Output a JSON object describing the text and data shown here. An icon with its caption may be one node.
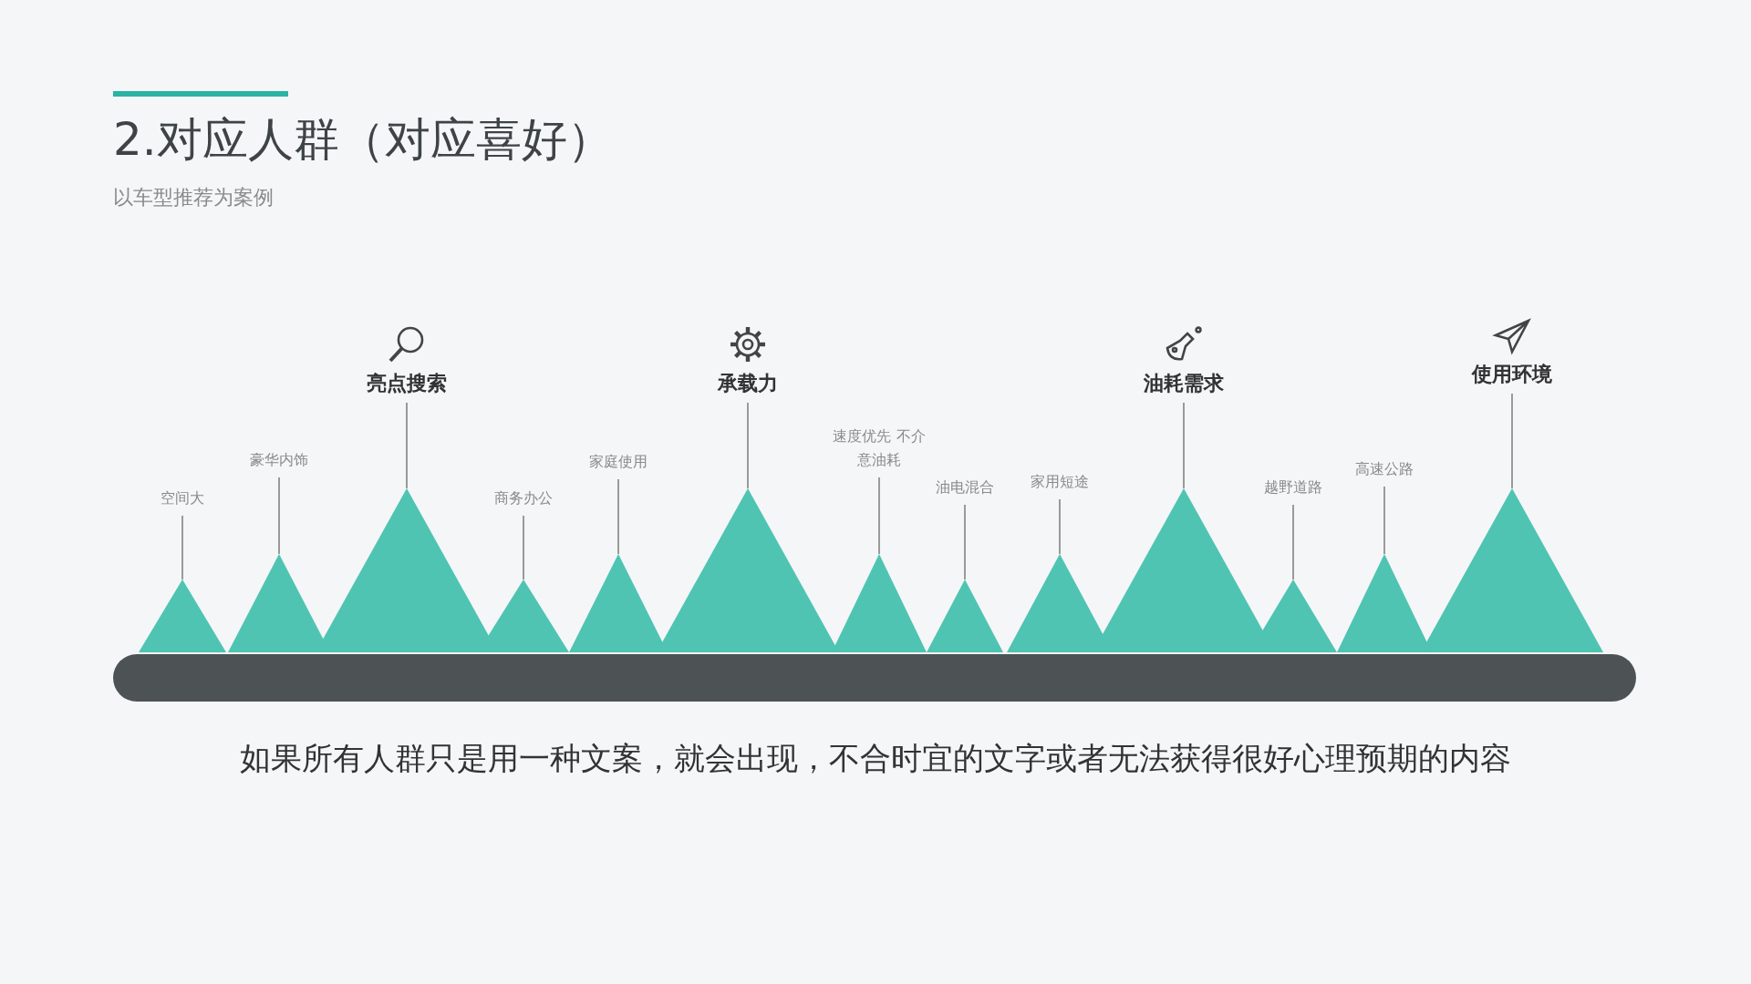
{
  "diagram": {
    "title": "2.对应人群（对应喜好）",
    "caption": "如果所有人群只是用一种文案，就会出现，不合时宜的文字或者无法获得很好心理预期的内容",
    "nodes": [
      {
        "text": [
          "空间大"
        ]
      },
      {
        "text": [],
        "shape": "triangle"
      },
      {
        "text": [
          "豪华内饰"
        ]
      },
      {
        "text": [],
        "shape": "triangle"
      },
      {
        "text": [
          "亮点搜索"
        ]
      },
      {
        "text": [],
        "shape": "triangle"
      },
      {
        "text": [
          "商务办公"
        ]
      },
      {
        "text": [],
        "shape": "triangle"
      },
      {
        "text": [
          "家庭使用"
        ]
      },
      {
        "text": [],
        "shape": "triangle"
      },
      {
        "text": [
          "承载力"
        ]
      },
      {
        "text": [],
        "shape": "triangle"
      },
      {
        "text": [
          "速度优先 不介意油耗"
        ]
      },
      {
        "text": [],
        "shape": "triangle"
      },
      {
        "text": [
          "油电混合"
        ]
      },
      {
        "text": [],
        "shape": "triangle"
      },
      {
        "text": [
          "家用短途"
        ]
      },
      {
        "text": [],
        "shape": "triangle"
      },
      {
        "text": [
          "油耗需求"
        ]
      },
      {
        "text": [],
        "shape": "triangle"
      },
      {
        "text": [
          "越野道路"
        ]
      },
      {
        "text": [],
        "shape": "triangle"
      },
      {
        "text": [
          "高速公路"
        ]
      },
      {
        "text": [],
        "shape": "triangle"
      },
      {
        "text": [
          "使用环境"
        ]
      },
      {
        "text": [],
        "shape": "triangle"
      }
    ],
    "edges": [
      {
        "from": 0,
        "to": 1,
        "arrow": "none"
      },
      {
        "from": 2,
        "to": 3,
        "arrow": "none"
      },
      {
        "from": 4,
        "to": 5,
        "arrow": "none"
      },
      {
        "from": 6,
        "to": 7,
        "arrow": "none"
      },
      {
        "from": 8,
        "to": 9,
        "arrow": "none"
      },
      {
        "from": 10,
        "to": 11,
        "arrow": "none"
      },
      {
        "from": 12,
        "to": 13,
        "arrow": "none"
      },
      {
        "from": 14,
        "to": 15,
        "arrow": "none"
      },
      {
        "from": 16,
        "to": 17,
        "arrow": "none"
      },
      {
        "from": 18,
        "to": 19,
        "arrow": "none"
      },
      {
        "from": 20,
        "to": 21,
        "arrow": "none"
      },
      {
        "from": 22,
        "to": 23,
        "arrow": "none"
      },
      {
        "from": 24,
        "to": 25,
        "arrow": "none"
      }
    ],
    "labels": [
      "以车型推荐为案例"
    ]
  }
}
